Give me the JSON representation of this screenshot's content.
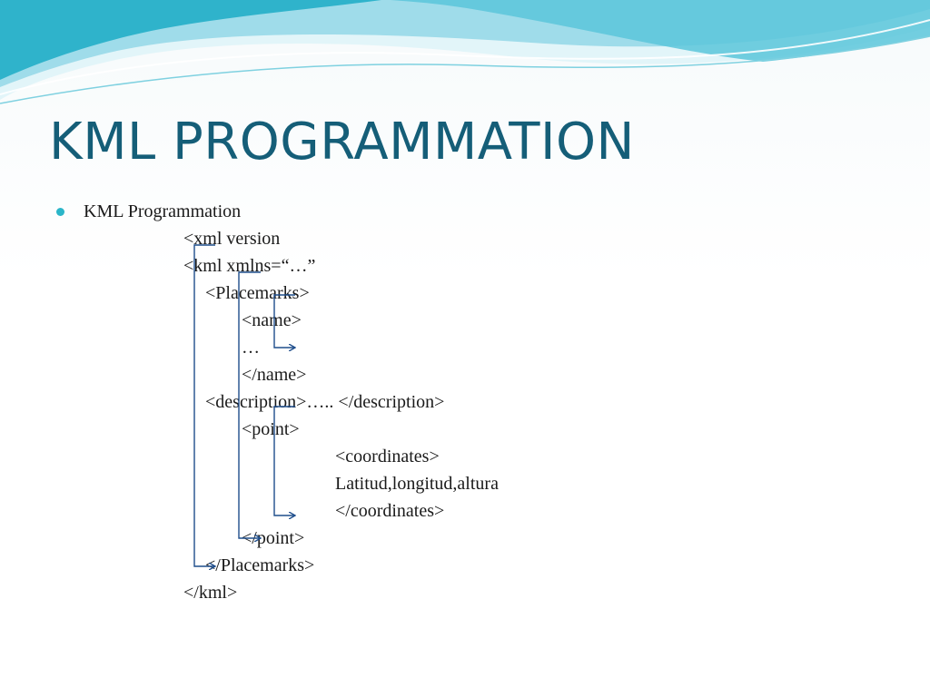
{
  "slide": {
    "title": "KML PROGRAMMATION",
    "bullet": "KML Programmation",
    "code_lines": [
      "<xml version",
      "<kml xmlns=“…”",
      "<Placemarks>",
      "<name>",
      "…",
      "</name>",
      "<description>….. </description>",
      "<point>",
      "<coordinates>",
      "Latitud,longitud,altura",
      "</coordinates>",
      "</point>",
      "</Placemarks>",
      "</kml>"
    ]
  },
  "colors": {
    "title": "#155e78",
    "bullet": "#2bb6c9",
    "arrow": "#1f4e8c",
    "wave_light": "#bfe9f1",
    "wave_dark": "#2fb3cb"
  },
  "icons": {
    "bullet": "round-bullet-dot",
    "connector": "right-arrow-connector"
  }
}
